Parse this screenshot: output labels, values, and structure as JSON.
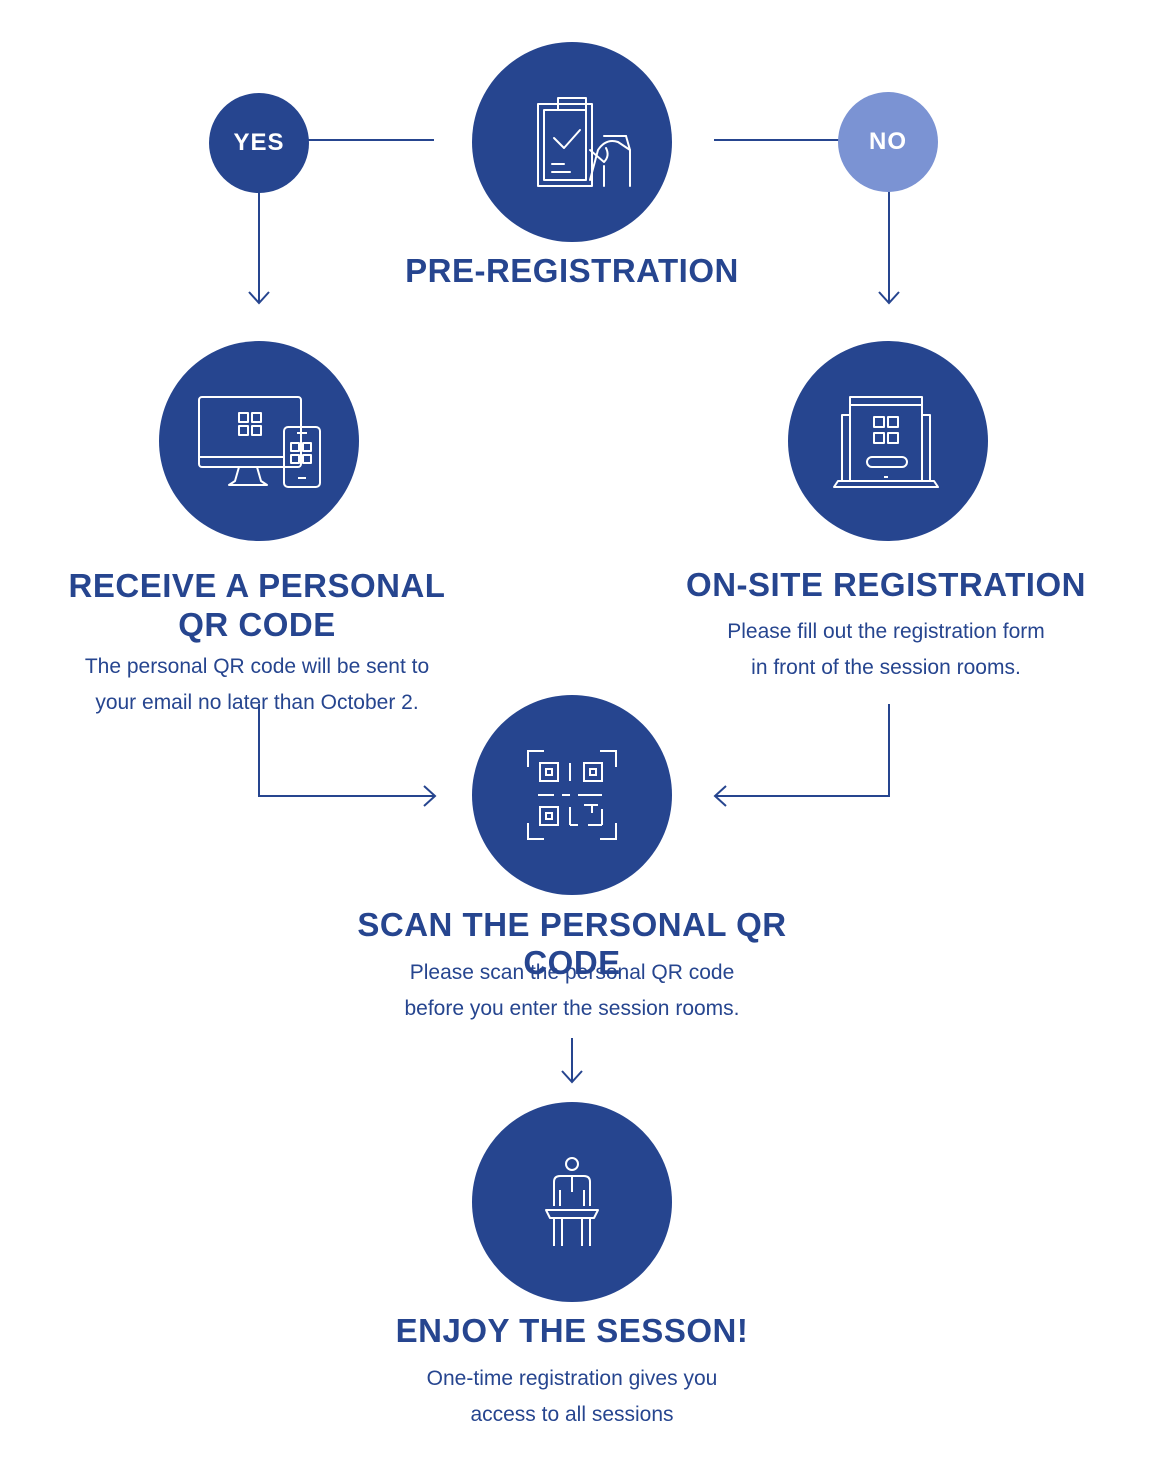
{
  "branches": {
    "yes_label": "YES",
    "no_label": "NO"
  },
  "steps": {
    "pre_registration": {
      "title": "PRE-REGISTRATION"
    },
    "receive_qr": {
      "title_line1": "RECEIVE A PERSONAL",
      "title_line2": "QR CODE",
      "desc_line1": "The personal QR code will be sent to",
      "desc_line2": "your email no later than October 2."
    },
    "onsite": {
      "title": "ON-SITE REGISTRATION",
      "desc_line1": "Please fill out the registration form",
      "desc_line2": "in front of the session rooms."
    },
    "scan": {
      "title": "SCAN THE PERSONAL QR CODE",
      "desc_line1": "Please scan the personal QR code",
      "desc_line2": "before you enter the session rooms."
    },
    "enjoy": {
      "title": "ENJOY THE SESSON!",
      "desc_line1": "One-time registration gives you",
      "desc_line2": "access to all sessions"
    }
  },
  "icons": {
    "pre_registration": "clipboard-checklist-icon",
    "receive_qr": "monitor-phone-qr-icon",
    "onsite": "kiosk-qr-icon",
    "scan": "qr-scan-icon",
    "enjoy": "person-at-podium-icon"
  },
  "colors": {
    "primary": "#26458f",
    "no_badge": "#7b93d3",
    "white": "#ffffff"
  }
}
